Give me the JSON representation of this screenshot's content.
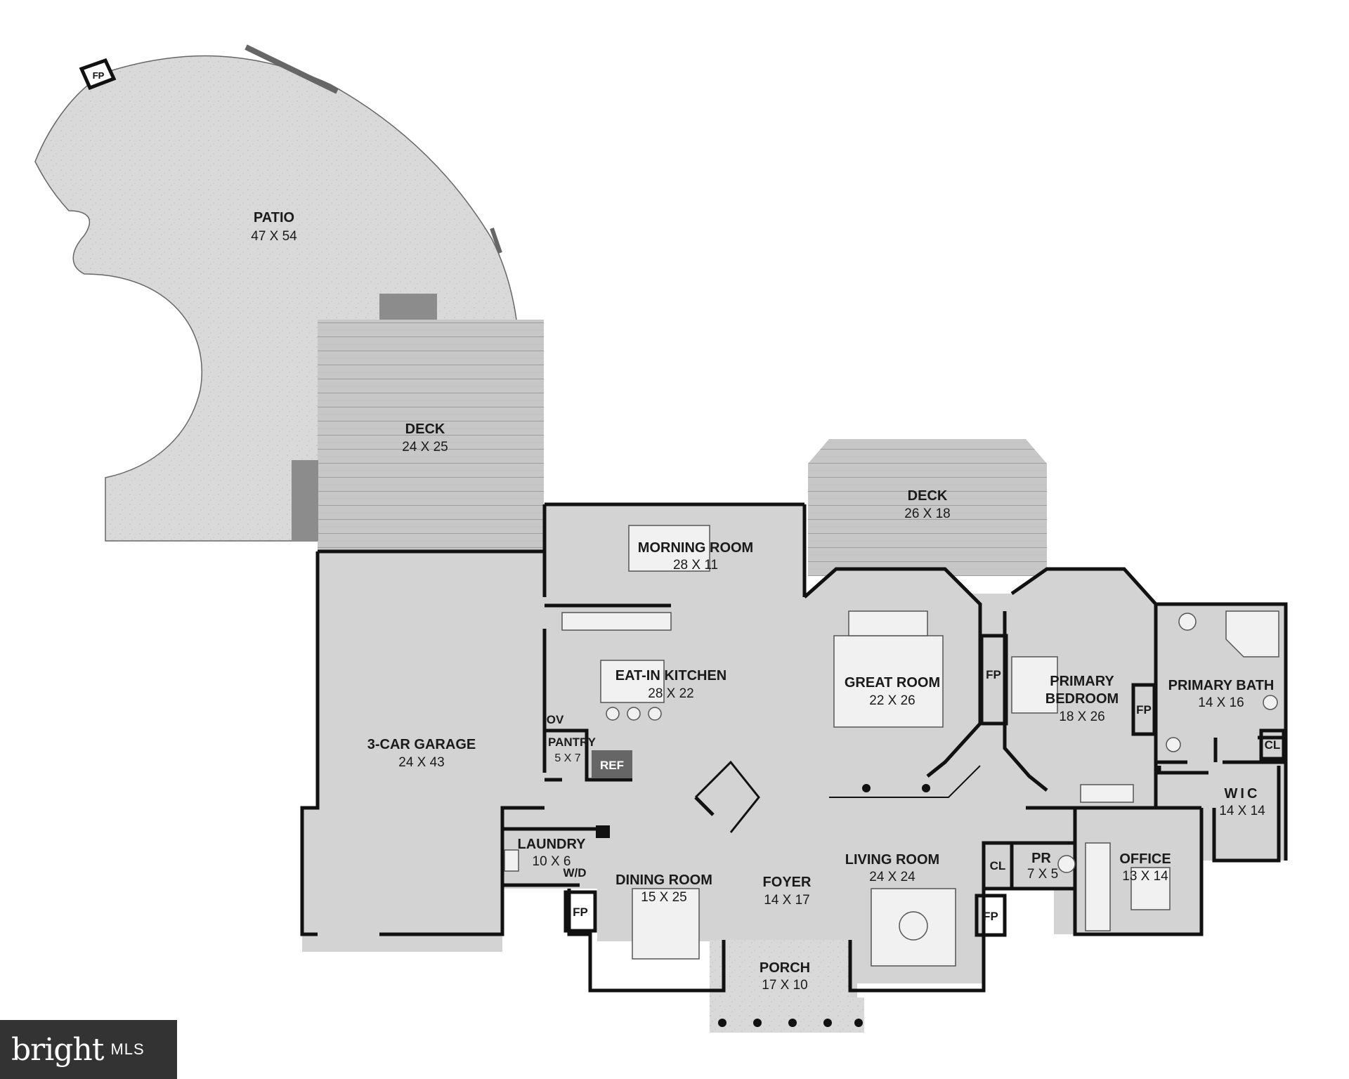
{
  "rooms": {
    "patio": {
      "name": "PATIO",
      "dims": "47 X 54"
    },
    "deck_left": {
      "name": "DECK",
      "dims": "24 X 25"
    },
    "deck_right": {
      "name": "DECK",
      "dims": "26 X 18"
    },
    "morning_room": {
      "name": "MORNING ROOM",
      "dims": "28 X 11"
    },
    "great_room": {
      "name": "GREAT ROOM",
      "dims": "22 X 26"
    },
    "primary_bedroom": {
      "name1": "PRIMARY",
      "name2": "BEDROOM",
      "dims": "18 X 26"
    },
    "primary_bath": {
      "name": "PRIMARY BATH",
      "dims": "14 X 16"
    },
    "eat_in_kitchen": {
      "name": "EAT-IN KITCHEN",
      "dims": "28 X 22"
    },
    "garage": {
      "name": "3-CAR GARAGE",
      "dims": "24 X 43"
    },
    "pantry": {
      "name": "PANTRY",
      "dims": "5 X 7"
    },
    "laundry": {
      "name": "LAUNDRY",
      "dims": "10 X 6"
    },
    "dining_room": {
      "name": "DINING ROOM",
      "dims": "15 X 25"
    },
    "foyer": {
      "name": "FOYER",
      "dims": "14 X 17"
    },
    "living_room": {
      "name": "LIVING ROOM",
      "dims": "24 X 24"
    },
    "powder_room": {
      "name": "PR",
      "dims": "7 X 5"
    },
    "office": {
      "name": "OFFICE",
      "dims": "13 X 14"
    },
    "wic": {
      "name": "WIC",
      "dims": "14 X 14"
    },
    "porch": {
      "name": "PORCH",
      "dims": "17 X 10"
    }
  },
  "fixtures": {
    "fireplace": "FP",
    "closet": "CL",
    "oven": "OV",
    "refrigerator": "REF",
    "washer_dryer": "W/D"
  },
  "watermark": {
    "brand": "bright",
    "suffix": "MLS"
  },
  "colors": {
    "floor": "#d3d3d3",
    "deck": "#c4c4c4",
    "patio": "#d8d8d8",
    "wall": "#111111",
    "logo_bg": "#333333"
  }
}
